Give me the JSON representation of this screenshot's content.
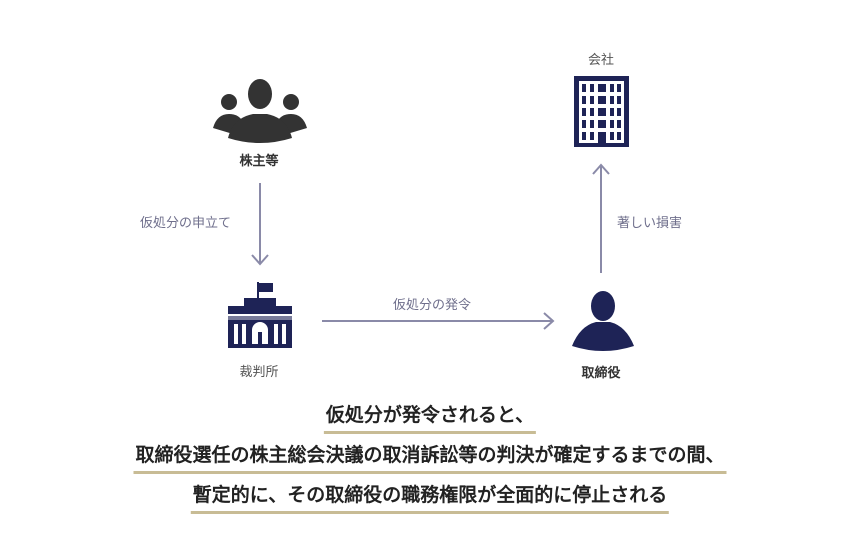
{
  "nodes": {
    "shareholders": "株主等",
    "court": "裁判所",
    "director": "取締役",
    "company": "会社"
  },
  "arrows": {
    "petition": "仮処分の申立て",
    "issuance": "仮処分の発令",
    "damage": "著しい損害"
  },
  "summary": [
    "仮処分が発令されると、",
    "取締役選任の株主総会決議の取消訴訟等の判決が確定するまでの間、",
    "暫定的に、その取締役の職務権限が全面的に停止される"
  ],
  "colors": {
    "navy": "#1e2356",
    "gray": "#333333",
    "arrow": "#8a8aa8",
    "underline": "#c8bc95"
  }
}
